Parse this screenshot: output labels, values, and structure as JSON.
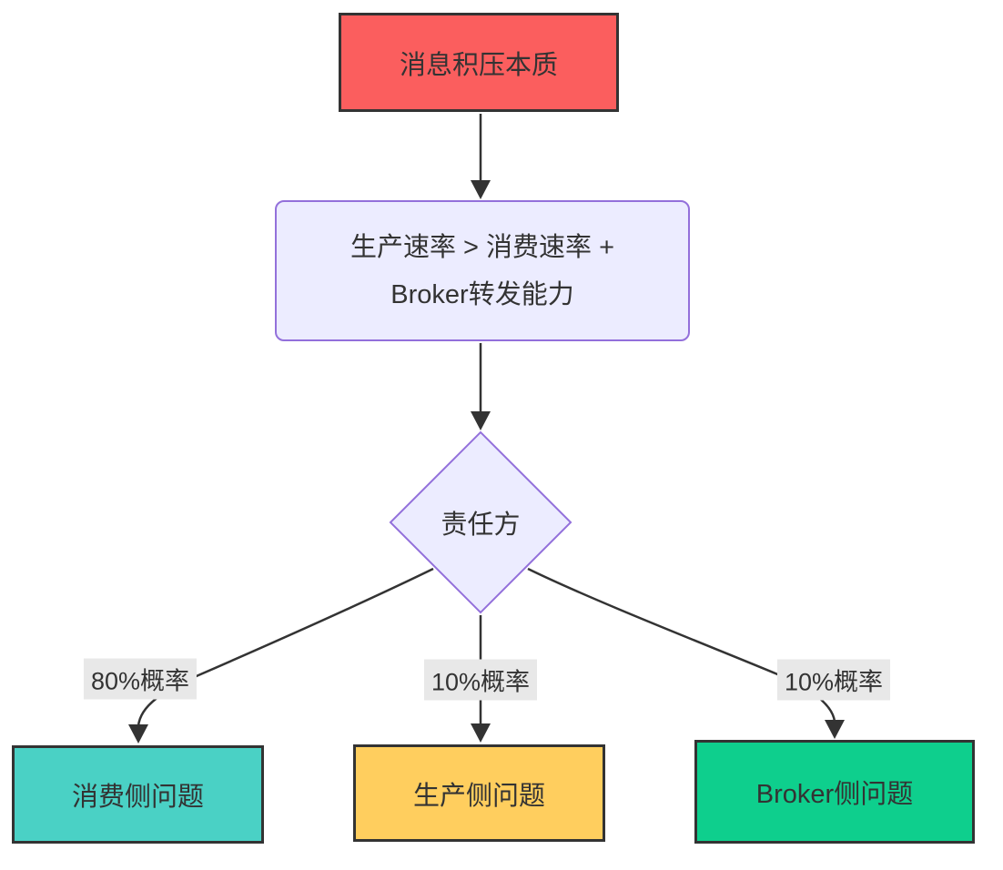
{
  "diagram": {
    "nodes": {
      "essence": {
        "label": "消息积压本质"
      },
      "formula": {
        "line1": "生产速率 > 消费速率 +",
        "line2": "Broker转发能力"
      },
      "decision": {
        "label": "责任方"
      },
      "consumer": {
        "label": "消费侧问题"
      },
      "producer": {
        "label": "生产侧问题"
      },
      "broker": {
        "label": "Broker侧问题"
      }
    },
    "edge_labels": {
      "consumer": "80%概率",
      "producer": "10%概率",
      "broker": "10%概率"
    },
    "colors": {
      "essence_fill": "#fb5e5e",
      "formula_fill": "#ececff",
      "formula_border": "#9370db",
      "decision_fill": "#ececff",
      "decision_border": "#9370db",
      "consumer_fill": "#4ad1c5",
      "producer_fill": "#ffce5e",
      "broker_fill": "#0ecf8d",
      "node_border": "#333333",
      "text": "#333333",
      "edge": "#333333",
      "edge_label_bg": "#e8e8e8"
    }
  }
}
